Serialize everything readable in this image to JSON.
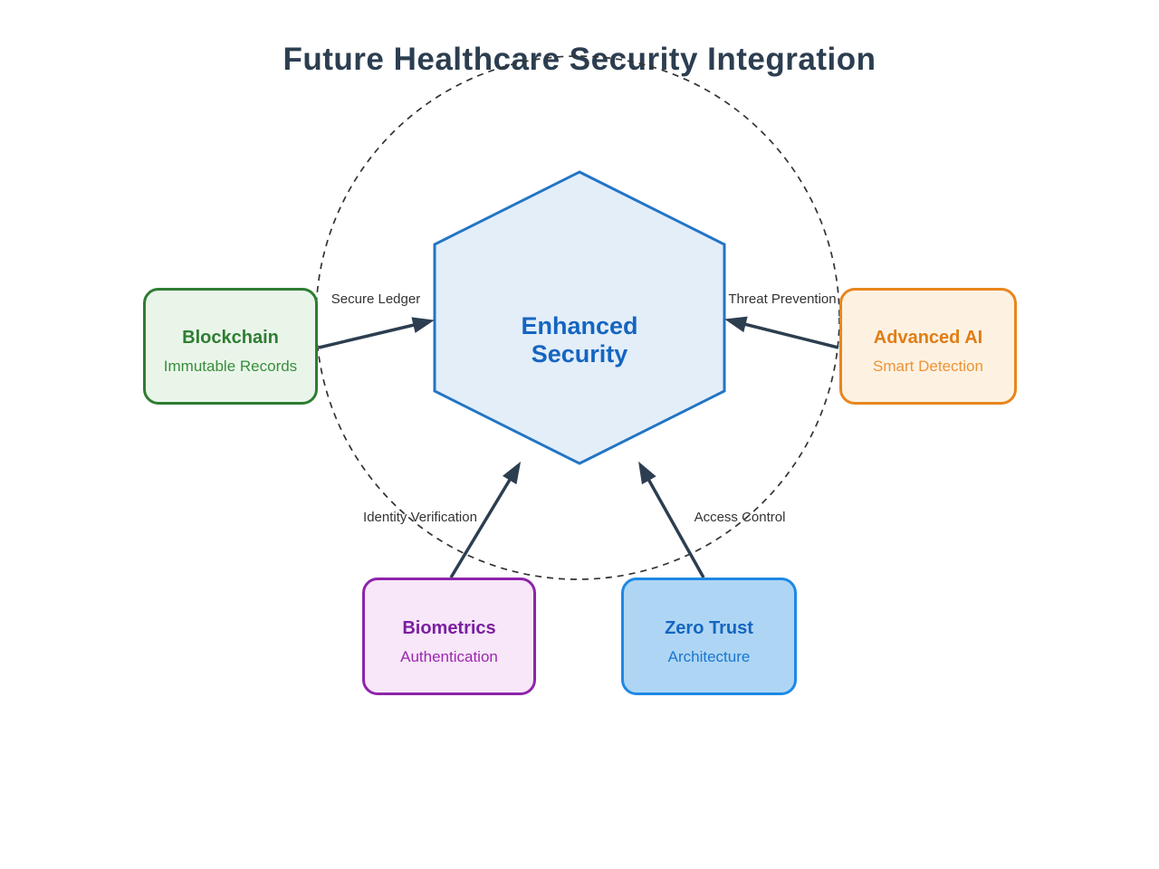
{
  "title": "Future Healthcare Security Integration",
  "center": {
    "lines": [
      "Enhanced",
      "Security"
    ],
    "fill": "#e3eef9",
    "border_color": "#2374c5",
    "text_color": "#1565c0"
  },
  "nodes": [
    {
      "id": "blockchain",
      "title": "Blockchain",
      "subtitle": "Immutable Records",
      "fill": "#eaf5ea",
      "border_color": "#2e7d32",
      "title_color": "#2e7d32",
      "subtitle_color": "#388e3c"
    },
    {
      "id": "advanced-ai",
      "title": "Advanced AI",
      "subtitle": "Smart Detection",
      "fill": "#fdf2e2",
      "border_color": "#e8861d",
      "title_color": "#e07d15",
      "subtitle_color": "#ee9335"
    },
    {
      "id": "biometrics",
      "title": "Biometrics",
      "subtitle": "Authentication",
      "fill": "#f7e7f8",
      "border_color": "#8e24aa",
      "title_color": "#7b1fa2",
      "subtitle_color": "#9c27b0"
    },
    {
      "id": "zero-trust",
      "title": "Zero Trust",
      "subtitle": "Architecture",
      "fill": "#aed6f4",
      "border_color": "#1e88e5",
      "title_color": "#1565c0",
      "subtitle_color": "#1976d2"
    }
  ],
  "edges": [
    {
      "from": "Blockchain",
      "to": "Enhanced Security",
      "label": "Secure Ledger"
    },
    {
      "from": "Advanced AI",
      "to": "Enhanced Security",
      "label": "Threat Prevention"
    },
    {
      "from": "Biometrics",
      "to": "Enhanced Security",
      "label": "Identity Verification"
    },
    {
      "from": "Zero Trust",
      "to": "Enhanced Security",
      "label": "Access Control"
    }
  ],
  "style": {
    "title_color": "#2c3e50",
    "arrow_color": "#2c3e50",
    "dashed_circle_color": "#333333",
    "edge_label_color": "#333333",
    "background": "#ffffff"
  }
}
